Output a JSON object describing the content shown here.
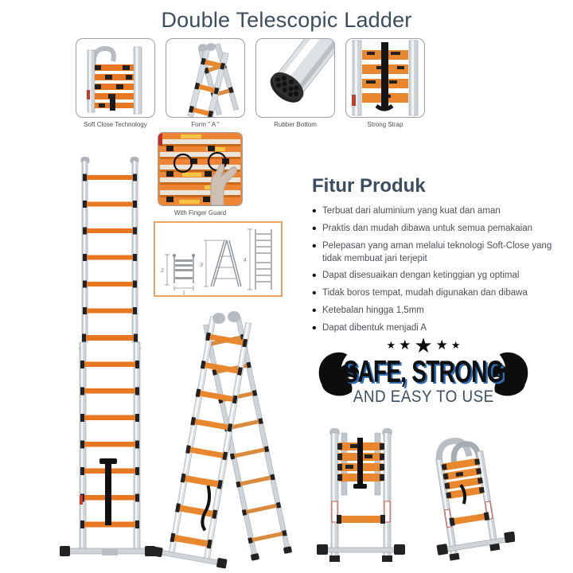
{
  "title": "Double Telescopic Ladder",
  "colors": {
    "accent_orange": "#e87722",
    "heading_text": "#3b4d5e",
    "body_text": "#4b5157",
    "badge_blue": "#2e6cb5",
    "badge_black": "#101010",
    "diagram_border": "#eaa45f",
    "rail_silver": "#cfd4d8"
  },
  "thumbnails": [
    {
      "caption": "Soft Close Technology",
      "image": "collapsed-ladder-soft-close-photo"
    },
    {
      "caption": "Form \" A \"",
      "image": "a-frame-top-photo"
    },
    {
      "caption": "Rubber Bottom",
      "image": "rubber-foot-photo"
    },
    {
      "caption": "Strong Strap",
      "image": "strapped-ladder-photo"
    }
  ],
  "finger_guard": {
    "caption": "With Finger Guard",
    "image": "hand-finger-guard-photo"
  },
  "diagram": {
    "labels": [
      "1",
      "2",
      "3",
      "4"
    ]
  },
  "features": {
    "heading": "Fitur Produk",
    "bullets": [
      "Terbuat dari aluminium yang kuat dan aman",
      "Praktis dan mudah dibawa untuk semua pemakaian",
      "Pelepasan yang aman melalui teknologi Soft-Close yang tidak membuat jari terjepit",
      "Dapat disesuaikan dengan ketinggian yg optimal",
      "Tidak boros tempat, mudah digunakan dan dibawa",
      "Ketebalan hingga 1,5mm",
      "Dapat dibentuk menjadi A"
    ]
  },
  "badge": {
    "star": "★",
    "title": "SAFE, STRONG",
    "subtitle": "AND EASY TO USE",
    "stars_count": 5
  },
  "product_photos": [
    "fully-extended-telescopic-ladder",
    "a-frame-double-ladder",
    "upright-half-extended-ladder",
    "collapsed-angled-ladder"
  ]
}
